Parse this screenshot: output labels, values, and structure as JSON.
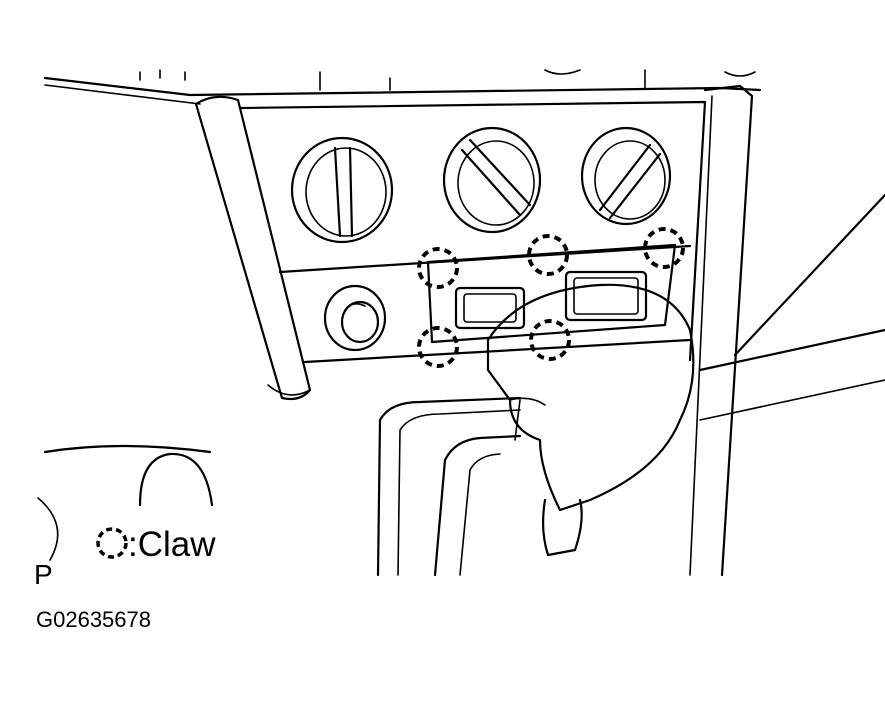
{
  "legend": {
    "symbol_icon": "dashed-circle-icon",
    "label": ":Claw"
  },
  "marker": {
    "label": "P"
  },
  "figure_code": "G02635678",
  "colors": {
    "ink": "#000000",
    "paper": "#ffffff"
  }
}
